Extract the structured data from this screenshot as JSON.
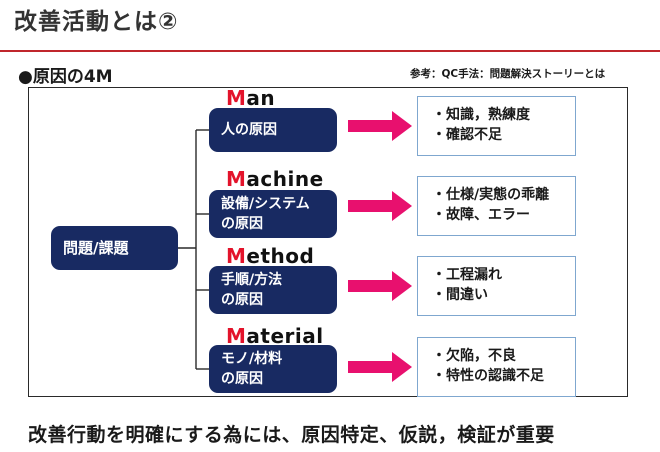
{
  "title": "改善活動とは②",
  "section_heading": "●原因の4M",
  "reference_note": "参考：QC手法：問題解決ストーリーとは",
  "root": {
    "line1": "問題/課題"
  },
  "categories": [
    {
      "m_first": "M",
      "m_rest": "an",
      "box_lines": [
        "人の原因"
      ],
      "details": [
        "・知識，熟練度",
        "・確認不足"
      ]
    },
    {
      "m_first": "M",
      "m_rest": "achine",
      "box_lines": [
        "設備/システム",
        "の原因"
      ],
      "details": [
        "・仕様/実態の乖離",
        "・故障、エラー"
      ]
    },
    {
      "m_first": "M",
      "m_rest": "ethod",
      "box_lines": [
        "手順/方法",
        "の原因"
      ],
      "details": [
        "・工程漏れ",
        "・間違い"
      ]
    },
    {
      "m_first": "M",
      "m_rest": "aterial",
      "box_lines": [
        "モノ/材料",
        "の原因"
      ],
      "details": [
        "・欠陥，不良",
        "・特性の認識不足"
      ]
    }
  ],
  "conclusion": "改善行動を明確にする為には、原因特定、仮説，検証が重要",
  "colors": {
    "accent_red": "#e3132b",
    "box_navy": "#182a62",
    "arrow_pink": "#e8106e",
    "detail_border": "#7fa7cf",
    "title_rule": "#c0262c"
  }
}
